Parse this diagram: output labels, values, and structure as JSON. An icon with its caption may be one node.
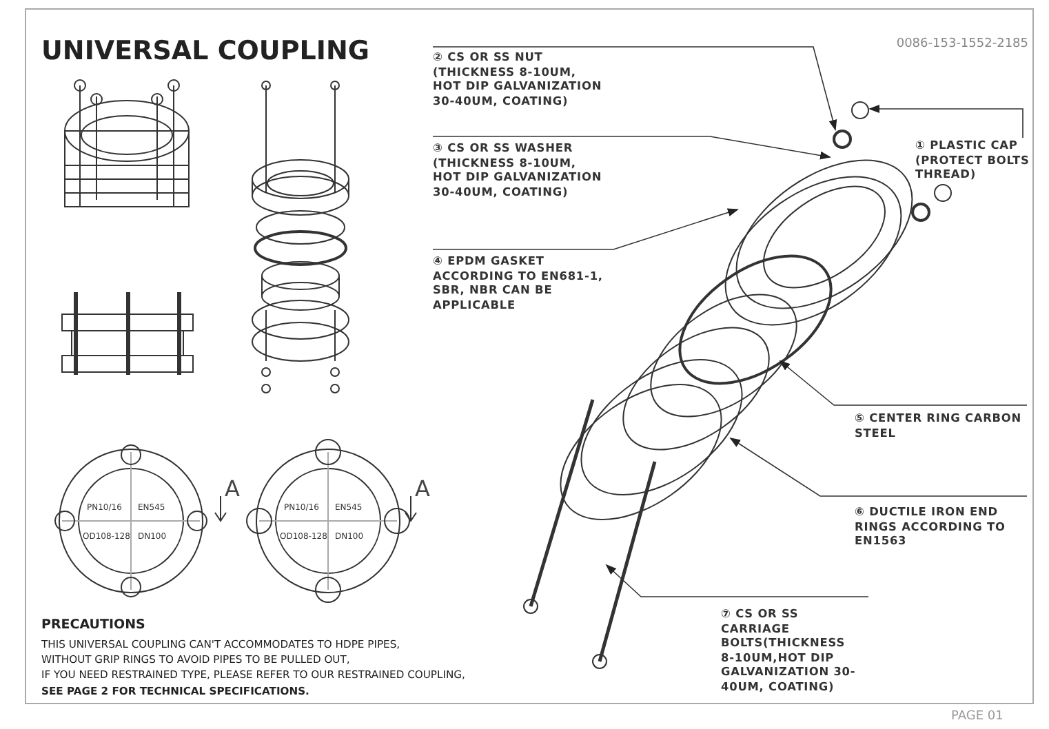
{
  "diagram": {
    "title": "UNIVERSAL COUPLING",
    "nodes": [
      {
        "text": [
          "① PLASTIC CAP (PROTECT BOLTS THREAD)"
        ]
      },
      {
        "text": [
          "② CS OR SS NUT (THICKNESS 8-10UM, HOT DIP GALVANIZATION 30-40UM, COATING)"
        ]
      },
      {
        "text": [
          "③ CS OR SS WASHER (THICKNESS 8-10UM, HOT DIP GALVANIZATION 30-40UM, COATING)"
        ]
      },
      {
        "text": [
          "④ EPDM GASKET ACCORDING TO EN681-1, SBR, NBR CAN BE APPLICABLE"
        ]
      },
      {
        "text": [
          "⑤ CENTER RING CARBON STEEL"
        ]
      },
      {
        "text": [
          "⑥ DUCTILE IRON END RINGS ACCORDING TO EN1563"
        ]
      },
      {
        "text": [
          "⑦ CS OR SS CARRIAGE BOLTS(THICKNESS 8-10UM,HOT DIP GALVANIZATION 30-40UM, COATING)"
        ]
      }
    ],
    "edges": [
      {
        "from": 0,
        "to": null,
        "arrow": "to"
      },
      {
        "from": 1,
        "to": null,
        "arrow": "to"
      },
      {
        "from": 2,
        "to": null,
        "arrow": "to"
      },
      {
        "from": 3,
        "to": null,
        "arrow": "to"
      },
      {
        "from": 4,
        "to": null,
        "arrow": "to"
      },
      {
        "from": 5,
        "to": null,
        "arrow": "to"
      },
      {
        "from": 6,
        "to": null,
        "arrow": "to"
      }
    ],
    "labels": [
      "0086-153-1552-2185",
      "PN10/16",
      "EN545",
      "OD108-128",
      "DN100",
      "A",
      "PN10/16",
      "EN545",
      "OD108-128",
      "DN100",
      "A",
      "PRECAUTIONS",
      "THIS UNIVERSAL COUPLING CAN'T ACCOMMODATES TO HDPE PIPES,",
      "WITHOUT GRIP RINGS TO AVOID PIPES TO BE PULLED OUT,",
      "IF YOU NEED RESTRAINED TYPE, PLEASE REFER TO OUR RESTRAINED COUPLING,",
      "SEE PAGE 2 FOR TECHNICAL SPECIFICATIONS.",
      "PAGE 01"
    ]
  }
}
